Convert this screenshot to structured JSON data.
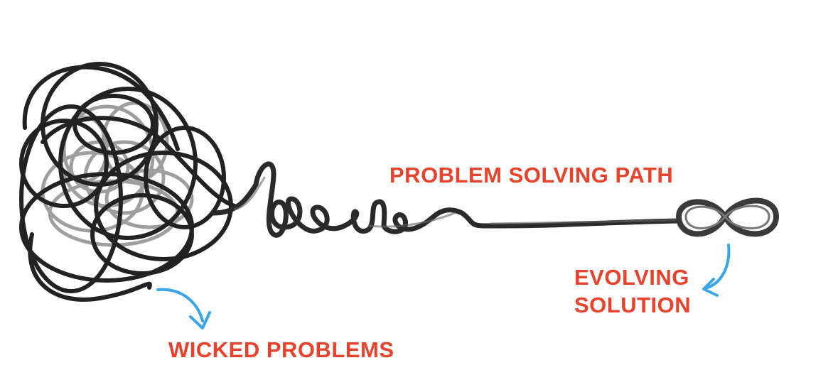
{
  "labels": {
    "problem_solving_path": "PROBLEM SOLVING PATH",
    "evolving_solution_line1": "EVOLVING",
    "evolving_solution_line2": "SOLUTION",
    "wicked_problems": "WICKED PROBLEMS"
  },
  "icons": {
    "tangle": "scribble-tangle-icon",
    "path": "squiggly-path-line",
    "solution": "infinity-loop-icon",
    "arrows": "curved-arrow-icon"
  },
  "colors": {
    "label_text": "#e8412c",
    "arrow": "#3aa6e8",
    "scribble_dark": "#222222",
    "scribble_light": "#8a8a8a"
  }
}
